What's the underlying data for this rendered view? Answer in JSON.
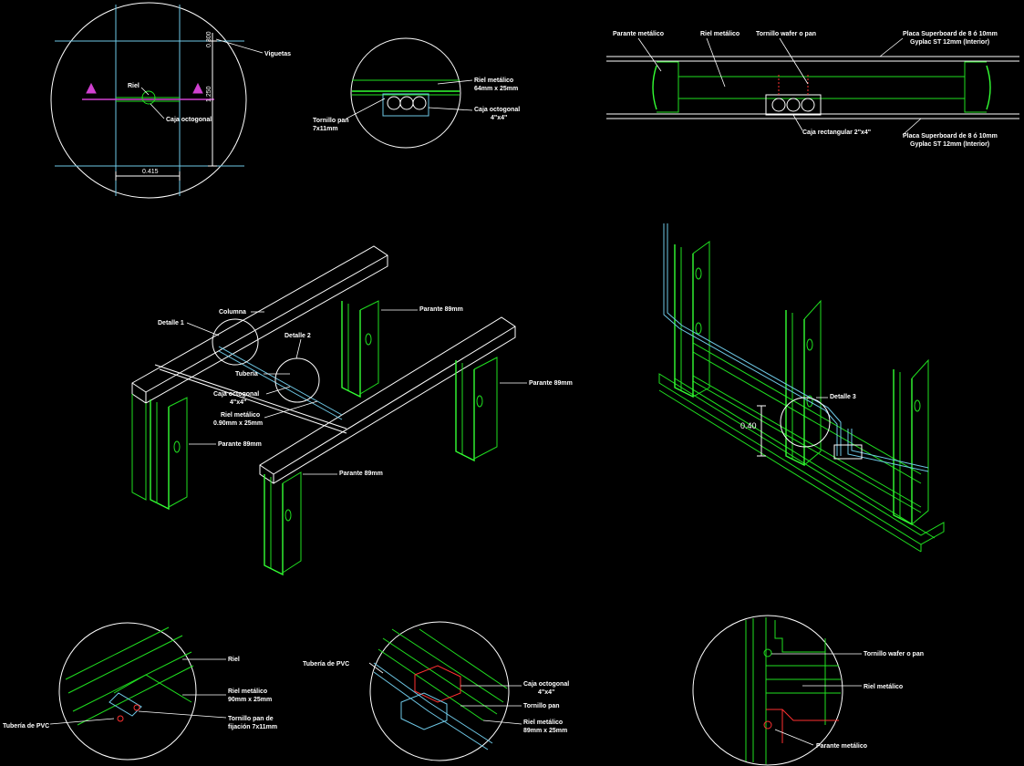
{
  "detail_top_left": {
    "viguetas": "Viguetas",
    "riel": "Riel",
    "caja_octogonal": "Caja octogonal",
    "dim_vertical_1": "0.300",
    "dim_vertical_2": "1.250",
    "dim_horizontal": "0.415"
  },
  "detail_top_middle": {
    "riel_metalico": "Riel metálico",
    "riel_size": "64mm x 25mm",
    "caja_octogonal": "Caja octogonal",
    "caja_size": "4\"x4\"",
    "tornillo": "Tornillo pan",
    "tornillo_size": "7x11mm"
  },
  "detail_top_right": {
    "parante": "Parante metálico",
    "riel": "Riel metálico",
    "tornillo": "Tornillo wafer o pan",
    "placa_top_1": "Placa Superboard de 8 ó 10mm",
    "placa_top_2": "Gyplac ST 12mm (Interior)",
    "caja": "Caja rectangular 2\"x4\"",
    "placa_bot_1": "Placa Superboard de 8 ó 10mm",
    "placa_bot_2": "Gyplac ST 12mm (Interior)"
  },
  "iso_left": {
    "detalle_1": "Detalle 1",
    "columna": "Columna",
    "detalle_2": "Detalle 2",
    "parante_top": "Parante 89mm",
    "tuberia": "Tubería",
    "caja_octogonal": "Caja octogonal",
    "caja_size": "4\"x4\"",
    "parante_right": "Parante 89mm",
    "riel_metalico": "Riel metálico",
    "riel_size": "0.90mm x 25mm",
    "parante_left": "Parante 89mm",
    "parante_bottom": "Parante 89mm"
  },
  "iso_right": {
    "detalle_3": "Detalle 3",
    "height": "0.40"
  },
  "detail_bottom_left": {
    "riel": "Riel",
    "riel_metalico": "Riel metálico",
    "riel_size": "90mm x 25mm",
    "tuberia_pvc": "Tubería de PVC",
    "tornillo": "Tornillo pan de",
    "tornillo_2": "fijación 7x11mm"
  },
  "detail_bottom_middle": {
    "tuberia_pvc": "Tubería de PVC",
    "caja_octogonal": "Caja octogonal",
    "caja_size": "4\"x4\"",
    "tornillo": "Tornillo pan",
    "riel_metalico": "Riel metálico",
    "riel_size": "89mm x 25mm"
  },
  "detail_bottom_right": {
    "tornillo": "Tornillo wafer o pan",
    "riel": "Riel metálico",
    "parante": "Parante metálico"
  },
  "colors": {
    "background": "#000000",
    "framing": "#20e020",
    "pipe": "#6ec8e6",
    "screw": "#ff3030",
    "marker": "#d040d0",
    "text": "#ffffff"
  }
}
